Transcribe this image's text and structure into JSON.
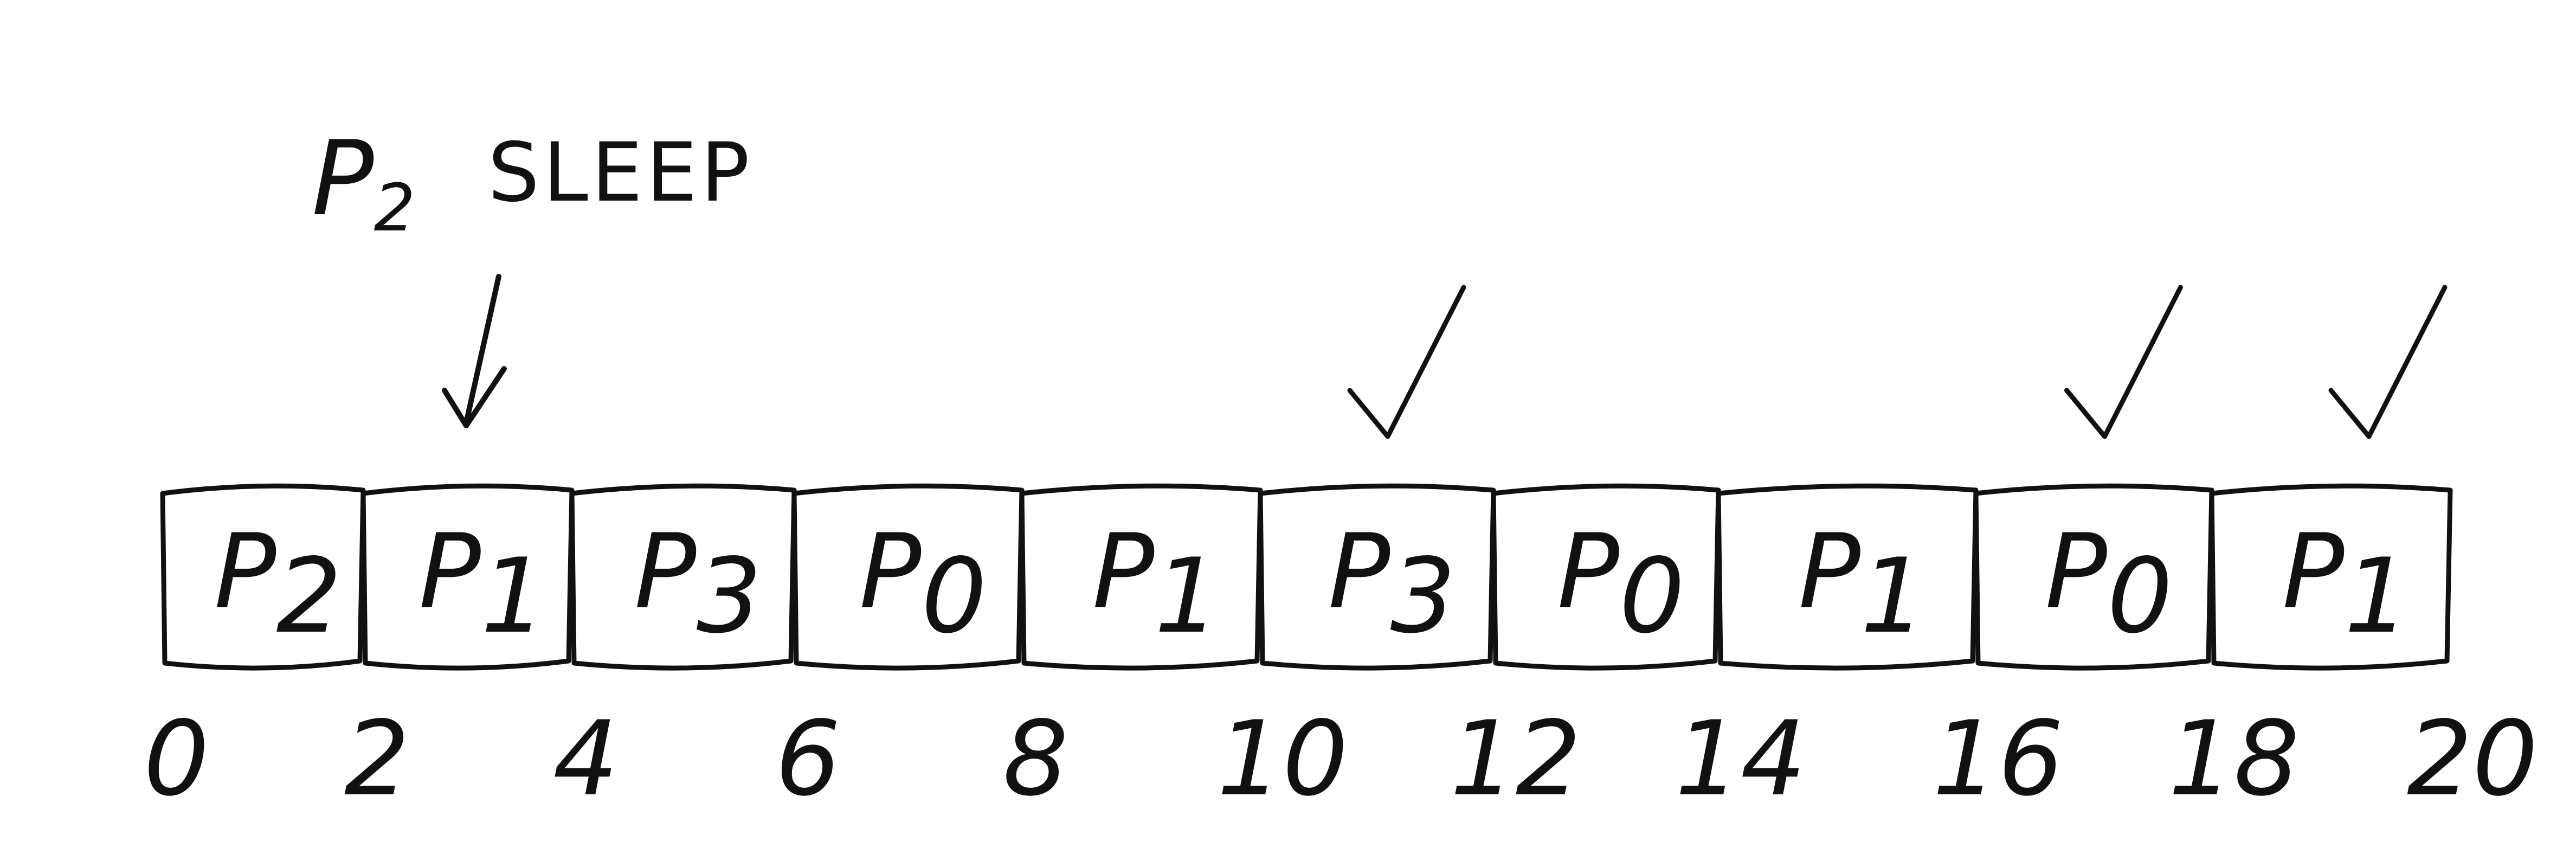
{
  "annotation": {
    "process": "P",
    "process_sub": "2",
    "text": "SLEEP"
  },
  "timeline": {
    "blocks": [
      {
        "label": "P",
        "sub": "2",
        "start": 0,
        "end": 2,
        "check": false
      },
      {
        "label": "P",
        "sub": "1",
        "start": 2,
        "end": 4,
        "check": false
      },
      {
        "label": "P",
        "sub": "3",
        "start": 4,
        "end": 6,
        "check": false
      },
      {
        "label": "P",
        "sub": "0",
        "start": 6,
        "end": 8,
        "check": false
      },
      {
        "label": "P",
        "sub": "1",
        "start": 8,
        "end": 10,
        "check": false
      },
      {
        "label": "P",
        "sub": "3",
        "start": 10,
        "end": 12,
        "check": true
      },
      {
        "label": "P",
        "sub": "0",
        "start": 12,
        "end": 14,
        "check": false
      },
      {
        "label": "P",
        "sub": "1",
        "start": 14,
        "end": 16,
        "check": false
      },
      {
        "label": "P",
        "sub": "0",
        "start": 16,
        "end": 18,
        "check": true
      },
      {
        "label": "P",
        "sub": "1",
        "start": 18,
        "end": 20,
        "check": true
      }
    ],
    "ticks": [
      "0",
      "2",
      "4",
      "6",
      "8",
      "10",
      "12",
      "14",
      "16",
      "18",
      "20"
    ],
    "sleep_at": 2
  },
  "colors": {
    "ink": "#111111",
    "paper": "#ffffff"
  }
}
